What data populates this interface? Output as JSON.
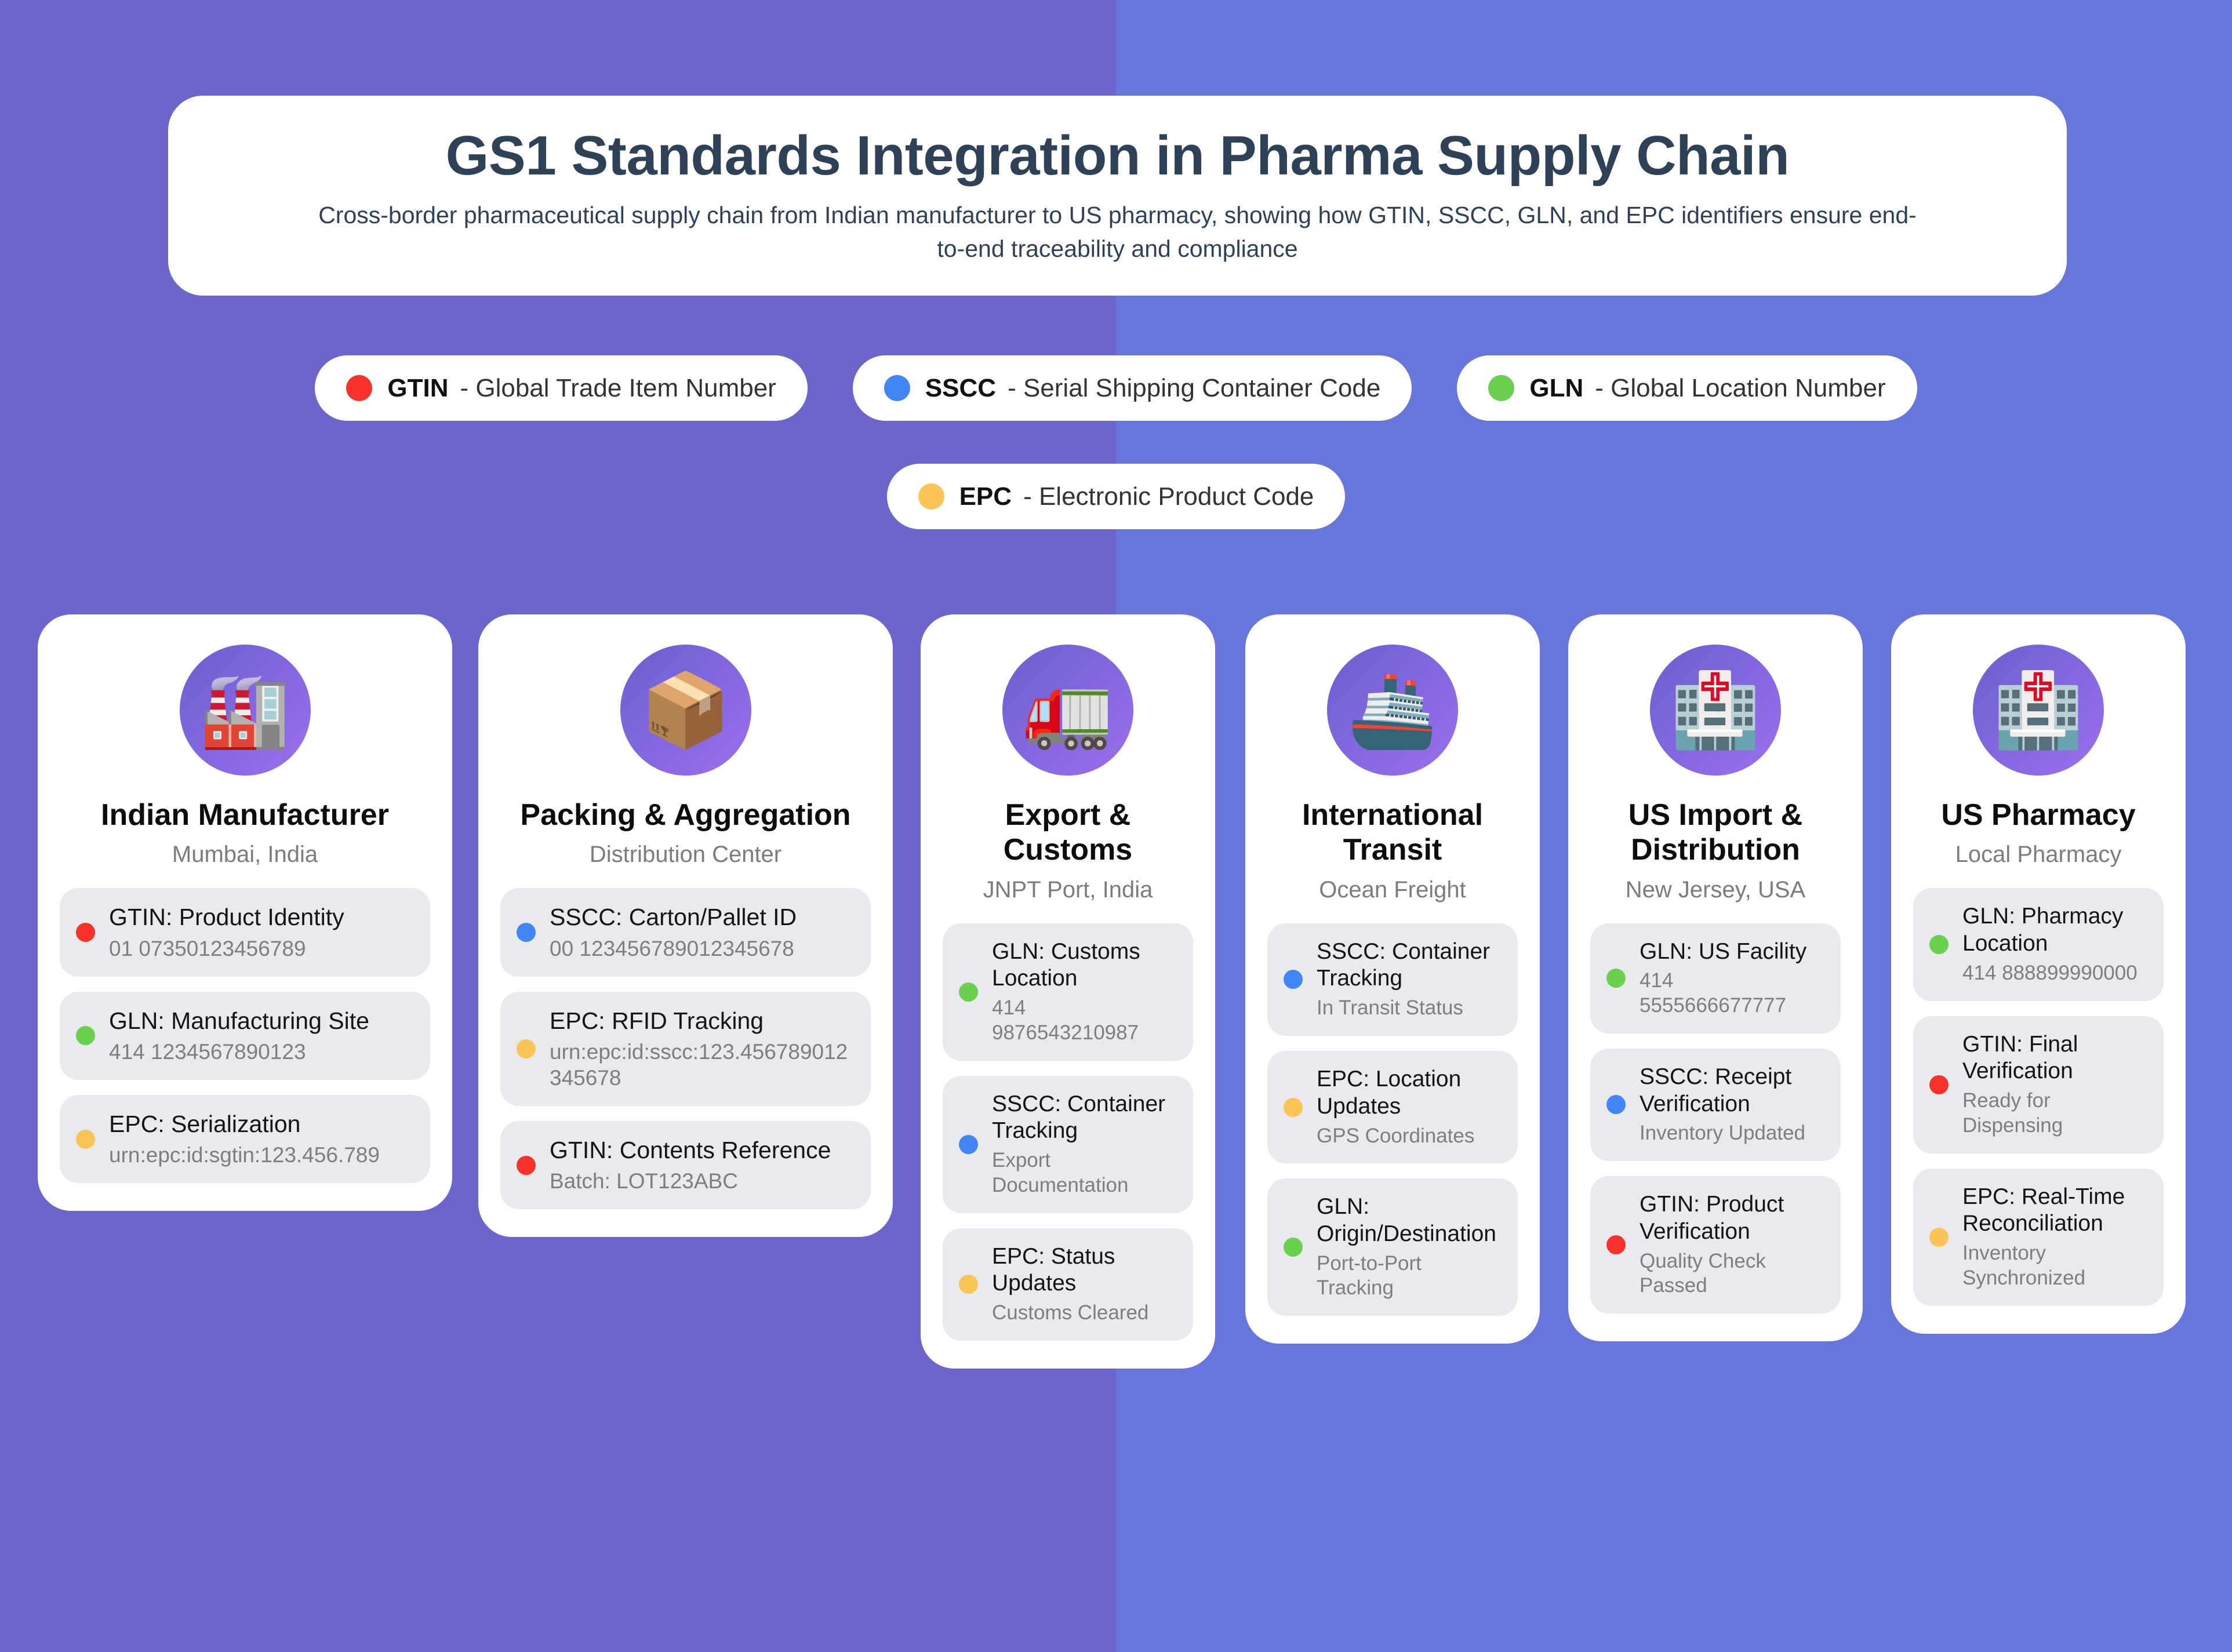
{
  "header": {
    "title": "GS1 Standards Integration in Pharma Supply Chain",
    "subtitle": "Cross-border pharmaceutical supply chain from Indian manufacturer to US pharmacy, showing how GTIN, SSCC, GLN, and EPC identifiers ensure end-to-end traceability and compliance"
  },
  "colors": {
    "gtin": "#F9312B",
    "sscc": "#4285F4",
    "gln": "#6BCF4F",
    "epc": "#FBC456",
    "background_left": "#6C66CC",
    "background_right": "#6875DB",
    "title_text": "#2F4156",
    "card_surface": "#FFFFFF",
    "item_surface": "#E8EAED",
    "icon_gradient_start": "#6B5FCF",
    "icon_gradient_end": "#9B6FF0"
  },
  "legend": [
    {
      "code": "GTIN",
      "separator": " - ",
      "description": "Global Trade Item Number",
      "color": "#F9312B",
      "dot_name": "gtin-legend-dot"
    },
    {
      "code": "SSCC",
      "separator": " - ",
      "description": "Serial Shipping Container Code",
      "color": "#4285F4",
      "dot_name": "sscc-legend-dot"
    },
    {
      "code": "GLN",
      "separator": " - ",
      "description": "Global Location Number",
      "color": "#6BCF4F",
      "dot_name": "gln-legend-dot"
    },
    {
      "code": "EPC",
      "separator": " - ",
      "description": "Electronic Product Code",
      "color": "#FBC456",
      "dot_name": "epc-legend-dot"
    }
  ],
  "stages": [
    {
      "id": "indian-manufacturer",
      "icon": "factory-icon",
      "icon_glyph": "🏭",
      "title": "Indian Manufacturer",
      "subtitle": "Mumbai, India",
      "items": [
        {
          "label": "GTIN: Product Identity",
          "value": "01 07350123456789",
          "color": "#F9312B",
          "standard": "GTIN"
        },
        {
          "label": "GLN: Manufacturing Site",
          "value": "414 1234567890123",
          "color": "#6BCF4F",
          "standard": "GLN"
        },
        {
          "label": "EPC: Serialization",
          "value": "urn:epc:id:sgtin:123.456.789",
          "color": "#FBC456",
          "standard": "EPC"
        }
      ]
    },
    {
      "id": "packing-aggregation",
      "icon": "package-box-icon",
      "icon_glyph": "📦",
      "title": "Packing & Aggregation",
      "subtitle": "Distribution Center",
      "items": [
        {
          "label": "SSCC: Carton/Pallet ID",
          "value": "00 123456789012345678",
          "color": "#4285F4",
          "standard": "SSCC"
        },
        {
          "label": "EPC: RFID Tracking",
          "value": "urn:epc:id:sscc:123.456789012345678",
          "color": "#FBC456",
          "standard": "EPC"
        },
        {
          "label": "GTIN: Contents Reference",
          "value": "Batch: LOT123ABC",
          "color": "#F9312B",
          "standard": "GTIN"
        }
      ]
    },
    {
      "id": "export-customs",
      "icon": "freight-transport-icon",
      "icon_glyph": "🚛",
      "title": "Export & Customs",
      "subtitle": "JNPT Port, India",
      "items": [
        {
          "label": "GLN: Customs Location",
          "value": "414 9876543210987",
          "color": "#6BCF4F",
          "standard": "GLN"
        },
        {
          "label": "SSCC: Container Tracking",
          "value": "Export Documentation",
          "color": "#4285F4",
          "standard": "SSCC"
        },
        {
          "label": "EPC: Status Updates",
          "value": "Customs Cleared",
          "color": "#FBC456",
          "standard": "EPC"
        }
      ]
    },
    {
      "id": "international-transit",
      "icon": "cargo-ship-icon",
      "icon_glyph": "🚢",
      "title": "International Transit",
      "subtitle": "Ocean Freight",
      "items": [
        {
          "label": "SSCC: Container Tracking",
          "value": "In Transit Status",
          "color": "#4285F4",
          "standard": "SSCC"
        },
        {
          "label": "EPC: Location Updates",
          "value": "GPS Coordinates",
          "color": "#FBC456",
          "standard": "EPC"
        },
        {
          "label": "GLN: Origin/Destination",
          "value": "Port-to-Port Tracking",
          "color": "#6BCF4F",
          "standard": "GLN"
        }
      ]
    },
    {
      "id": "us-import-distribution",
      "icon": "hospital-building-icon",
      "icon_glyph": "🏥",
      "title": "US Import & Distribution",
      "subtitle": "New Jersey, USA",
      "items": [
        {
          "label": "GLN: US Facility",
          "value": "414 5555666677777",
          "color": "#6BCF4F",
          "standard": "GLN"
        },
        {
          "label": "SSCC: Receipt Verification",
          "value": "Inventory Updated",
          "color": "#4285F4",
          "standard": "SSCC"
        },
        {
          "label": "GTIN: Product Verification",
          "value": "Quality Check Passed",
          "color": "#F9312B",
          "standard": "GTIN"
        }
      ]
    },
    {
      "id": "us-pharmacy",
      "icon": "hospital-building-icon",
      "icon_glyph": "🏥",
      "title": "US Pharmacy",
      "subtitle": "Local Pharmacy",
      "items": [
        {
          "label": "GLN: Pharmacy Location",
          "value": "414 888899990000",
          "color": "#6BCF4F",
          "standard": "GLN"
        },
        {
          "label": "GTIN: Final Verification",
          "value": "Ready for Dispensing",
          "color": "#F9312B",
          "standard": "GTIN"
        },
        {
          "label": "EPC: Real-Time Reconciliation",
          "value": "Inventory Synchronized",
          "color": "#FBC456",
          "standard": "EPC"
        }
      ]
    }
  ]
}
